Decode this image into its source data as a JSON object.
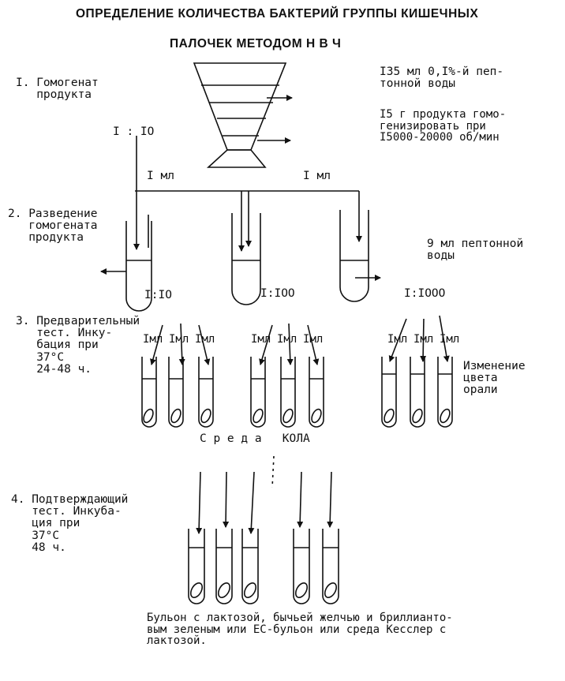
{
  "title_line1": "ОПРЕДЕЛЕНИЕ КОЛИЧЕСТВА БАКТЕРИЙ ГРУППЫ КИШЕЧНЫХ",
  "title_line2": "ПАЛОЧЕК МЕТОДОМ Н В Ч",
  "step1": {
    "label": "I. Гомогенат\n   продукта",
    "ratio": "I : IO"
  },
  "peptone_note": "I35 мл 0,I%-й пеп-\nтонной воды",
  "homogenize_note": "I5 г продукта гомо-\nгенизировать при\nI5000-20000 об/мин",
  "transfer_left": "I мл",
  "transfer_right": "I мл",
  "step2": {
    "label": "2. Разведение\n   гомогената\n   продукта"
  },
  "diluent_note": "9 мл пептонной\nводы",
  "dilutions": [
    "I:IO",
    "I:IOO",
    "I:IOOO"
  ],
  "step3": {
    "label": "3. Предварительный\n   тест. Инку-\n   бация при\n   37°С\n   24-48 ч."
  },
  "tube_labels": [
    "Iмл",
    "Iмл",
    "Iмл",
    "Iмл",
    "Iмл",
    "Iмл",
    "Iмл",
    "Iмл",
    "Iмл"
  ],
  "color_change_note": "Изменение\nцвета\nорали",
  "medium_label": "С р е д а   КОЛА",
  "step4": {
    "label": "4. Подтверждающий\n   тест. Инкуба-\n   ция при\n   37°С\n   48 ч."
  },
  "footer": "Бульон с лактозой, бычьей желчью и бриллианто-\nвым зеленым или ЕС-бульон или среда Кесслер с\nлактозой."
}
